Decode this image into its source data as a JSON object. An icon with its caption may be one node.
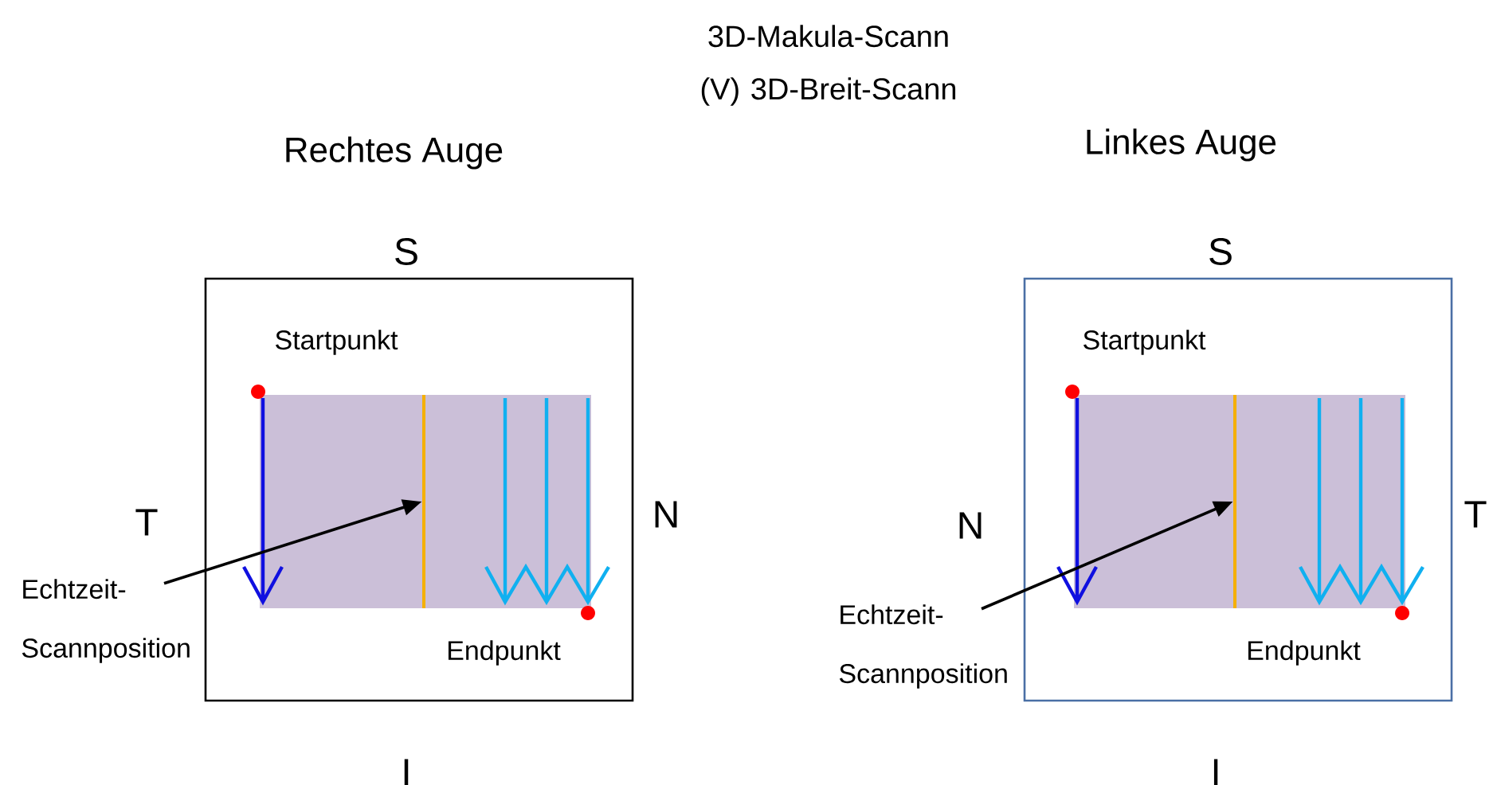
{
  "diagram": {
    "title": "3D-Makula-Scann (V) 3D-Breit-Scann",
    "nodes": [
      {
        "text": [
          "Echtzeit- Scannposition"
        ]
      },
      {
        "text": [],
        "shape": "line"
      },
      {
        "text": [
          "Echtzeit- Scannposition"
        ]
      },
      {
        "text": [],
        "shape": "line"
      }
    ],
    "edges": [
      {
        "from": 0,
        "to": 1,
        "arrow": "to"
      },
      {
        "from": 2,
        "to": 3,
        "arrow": "to"
      }
    ],
    "labels": [
      "Rechtes Auge",
      "Linkes Auge",
      "S",
      "S",
      "Startpunkt",
      "Startpunkt",
      "T",
      "N",
      "N",
      "T",
      "Endpunkt",
      "Endpunkt",
      "I",
      "I"
    ]
  }
}
